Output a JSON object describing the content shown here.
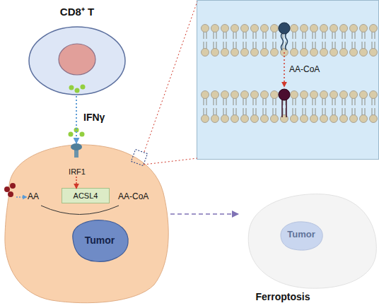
{
  "diagram": {
    "nodes": [
      {
        "text": [
          "CD8⁺ T"
        ]
      },
      {
        "text": [
          "AA-CoA"
        ]
      },
      {
        "text": [
          "IRF1",
          "AA",
          "AA-CoA"
        ]
      },
      {
        "text": [
          "ACSL4"
        ],
        "in": 2
      },
      {
        "text": [
          "Tumor"
        ],
        "in": 2
      },
      {
        "text": [
          "Ferroptosis"
        ]
      },
      {
        "text": [
          "Tumor"
        ],
        "in": 5
      }
    ],
    "edges": [
      {
        "from": 0,
        "to": 2,
        "arrow": "to",
        "label": "IFNγ"
      },
      {
        "from": 2,
        "to": 5,
        "arrow": "to"
      }
    ]
  }
}
